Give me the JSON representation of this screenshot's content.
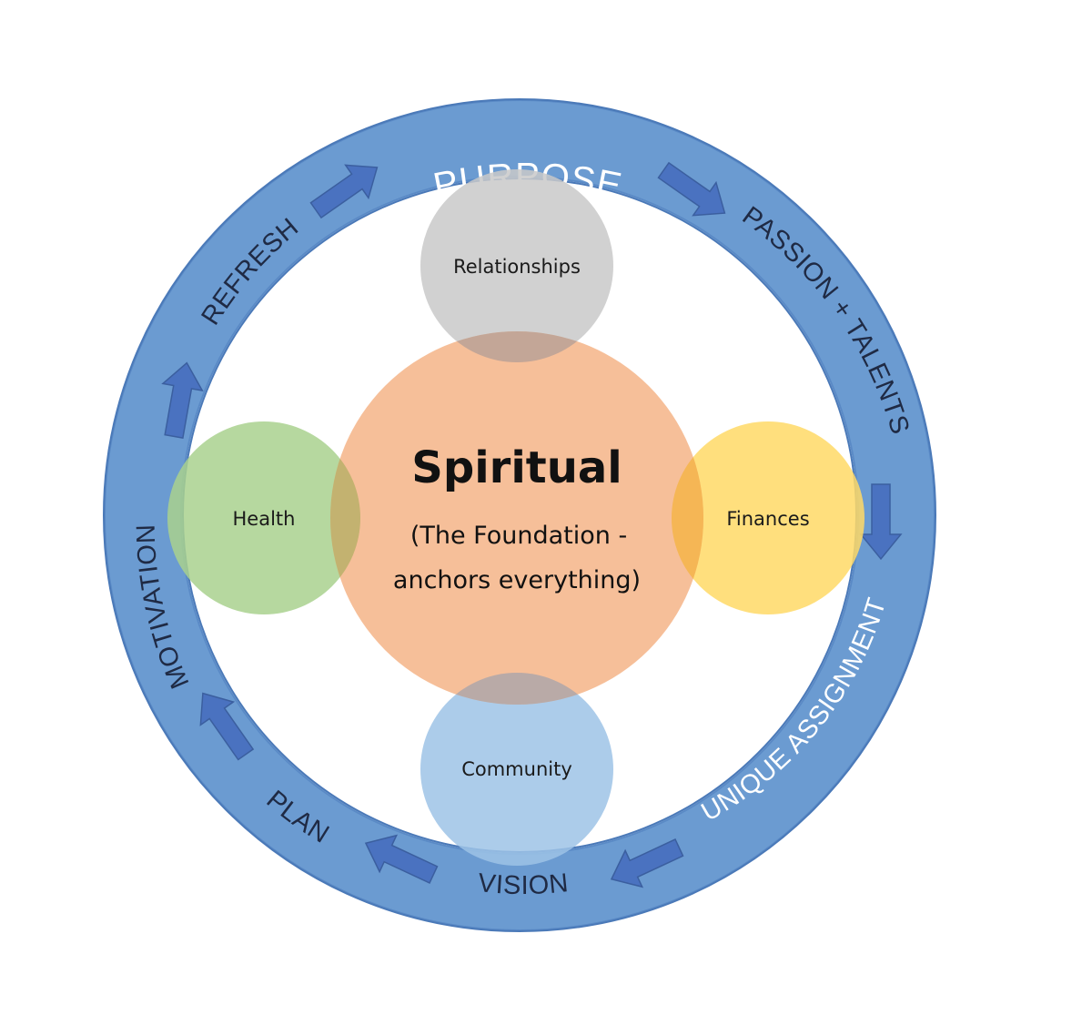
{
  "ring": {
    "color": "#6b9bd1",
    "stroke": "#4f7fb8",
    "arrow_color": "#4a72c0",
    "labels": {
      "purpose": "PURPOSE",
      "passion": "PASSION + TALENTS",
      "unique": "UNIQUE ASSIGNMENT",
      "vision": "VISION",
      "plan": "PLAN",
      "motivation": "MOTIVATION",
      "refresh": "REFRESH"
    },
    "label_colors": {
      "light": "#ffffff",
      "dark": "#1f2a44"
    }
  },
  "center": {
    "title": "Spiritual",
    "line1": "(The Foundation -",
    "line2": "anchors everything)",
    "color": "#f4b183"
  },
  "nodes": {
    "relationships": {
      "label": "Relationships",
      "color": "#c9c9c9"
    },
    "finances": {
      "label": "Finances",
      "color": "#ffd966"
    },
    "community": {
      "label": "Community",
      "color": "#9dc3e6"
    },
    "health": {
      "label": "Health",
      "color": "#a9d18e"
    }
  }
}
